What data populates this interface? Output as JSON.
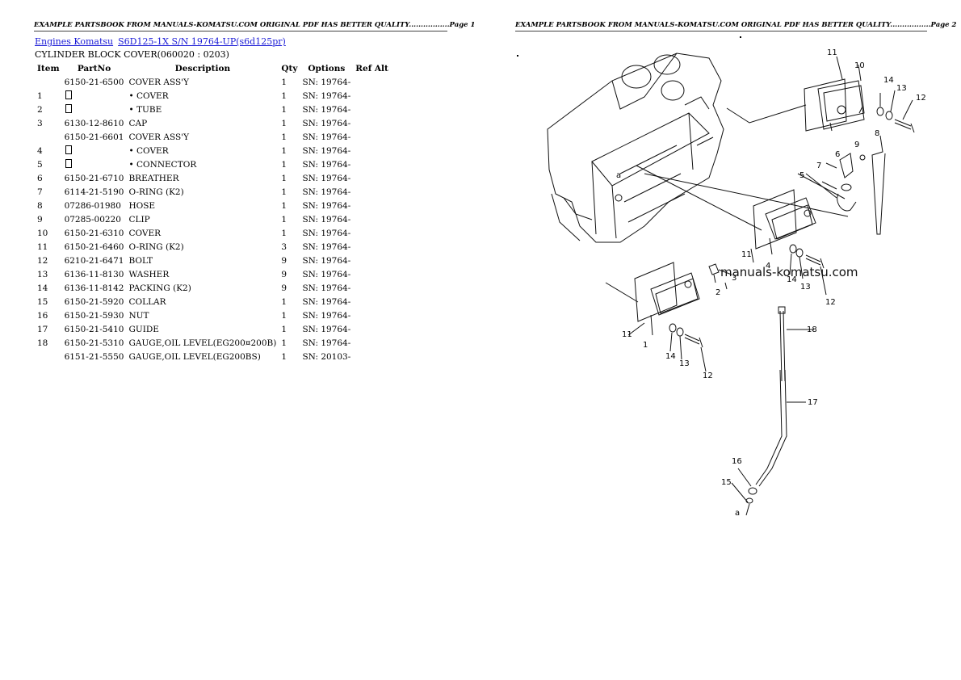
{
  "headers": {
    "left": "EXAMPLE PARTSBOOK FROM MANUALS-KOMATSU.COM ORIGINAL PDF HAS BETTER QUALITY.................Page 1",
    "right": "EXAMPLE PARTSBOOK FROM MANUALS-KOMATSU.COM ORIGINAL PDF HAS BETTER QUALITY.................Page 2"
  },
  "breadcrumb": {
    "link1": "Engines Komatsu",
    "link2": "S6D125-1X S/N 19764-UP(s6d125pr)"
  },
  "section_title": "CYLINDER BLOCK COVER(060020 : 0203)",
  "table": {
    "columns": [
      "Item",
      "PartNo",
      "Description",
      "Qty",
      "Options",
      "Ref Alt"
    ],
    "rows": [
      {
        "item": "",
        "box": false,
        "part": "6150-21-6500",
        "desc": "COVER ASS'Y",
        "qty": "1",
        "opt": "SN: 19764-"
      },
      {
        "item": "1",
        "box": true,
        "part": "",
        "desc": "• COVER",
        "qty": "1",
        "opt": "SN: 19764-"
      },
      {
        "item": "2",
        "box": true,
        "part": "",
        "desc": "• TUBE",
        "qty": "1",
        "opt": "SN: 19764-"
      },
      {
        "item": "3",
        "box": false,
        "part": "6130-12-8610",
        "desc": "CAP",
        "qty": "1",
        "opt": "SN: 19764-"
      },
      {
        "item": "",
        "box": false,
        "part": "6150-21-6601",
        "desc": "COVER ASS'Y",
        "qty": "1",
        "opt": "SN: 19764-"
      },
      {
        "item": "4",
        "box": true,
        "part": "",
        "desc": "• COVER",
        "qty": "1",
        "opt": "SN: 19764-"
      },
      {
        "item": "5",
        "box": true,
        "part": "",
        "desc": "• CONNECTOR",
        "qty": "1",
        "opt": "SN: 19764-"
      },
      {
        "item": "6",
        "box": false,
        "part": "6150-21-6710",
        "desc": "BREATHER",
        "qty": "1",
        "opt": "SN: 19764-"
      },
      {
        "item": "7",
        "box": false,
        "part": "6114-21-5190",
        "desc": "O-RING (K2)",
        "qty": "1",
        "opt": "SN: 19764-"
      },
      {
        "item": "8",
        "box": false,
        "part": "07286-01980",
        "desc": "HOSE",
        "qty": "1",
        "opt": "SN: 19764-"
      },
      {
        "item": "9",
        "box": false,
        "part": "07285-00220",
        "desc": "CLIP",
        "qty": "1",
        "opt": "SN: 19764-"
      },
      {
        "item": "10",
        "box": false,
        "part": "6150-21-6310",
        "desc": "COVER",
        "qty": "1",
        "opt": "SN: 19764-"
      },
      {
        "item": "11",
        "box": false,
        "part": "6150-21-6460",
        "desc": "O-RING (K2)",
        "qty": "3",
        "opt": "SN: 19764-"
      },
      {
        "item": "12",
        "box": false,
        "part": "6210-21-6471",
        "desc": "BOLT",
        "qty": "9",
        "opt": "SN: 19764-"
      },
      {
        "item": "13",
        "box": false,
        "part": "6136-11-8130",
        "desc": "WASHER",
        "qty": "9",
        "opt": "SN: 19764-"
      },
      {
        "item": "14",
        "box": false,
        "part": "6136-11-8142",
        "desc": "PACKING (K2)",
        "qty": "9",
        "opt": "SN: 19764-"
      },
      {
        "item": "15",
        "box": false,
        "part": "6150-21-5920",
        "desc": "COLLAR",
        "qty": "1",
        "opt": "SN: 19764-"
      },
      {
        "item": "16",
        "box": false,
        "part": "6150-21-5930",
        "desc": "NUT",
        "qty": "1",
        "opt": "SN: 19764-"
      },
      {
        "item": "17",
        "box": false,
        "part": "6150-21-5410",
        "desc": "GUIDE",
        "qty": "1",
        "opt": "SN: 19764-"
      },
      {
        "item": "18",
        "box": false,
        "part": "6150-21-5310",
        "desc": "GAUGE,OIL LEVEL(EG200¤200B)",
        "qty": "1",
        "opt": "SN: 19764-"
      },
      {
        "item": "",
        "box": false,
        "part": "6151-21-5550",
        "desc": "GAUGE,OIL LEVEL(EG200BS)",
        "qty": "1",
        "opt": "SN: 20103-"
      }
    ]
  },
  "diagram": {
    "watermark": "manuals-komatsu.com",
    "callouts": [
      "1",
      "2",
      "3",
      "4",
      "5",
      "6",
      "7",
      "8",
      "9",
      "10",
      "11",
      "12",
      "13",
      "14",
      "15",
      "16",
      "17",
      "18",
      "a"
    ]
  }
}
